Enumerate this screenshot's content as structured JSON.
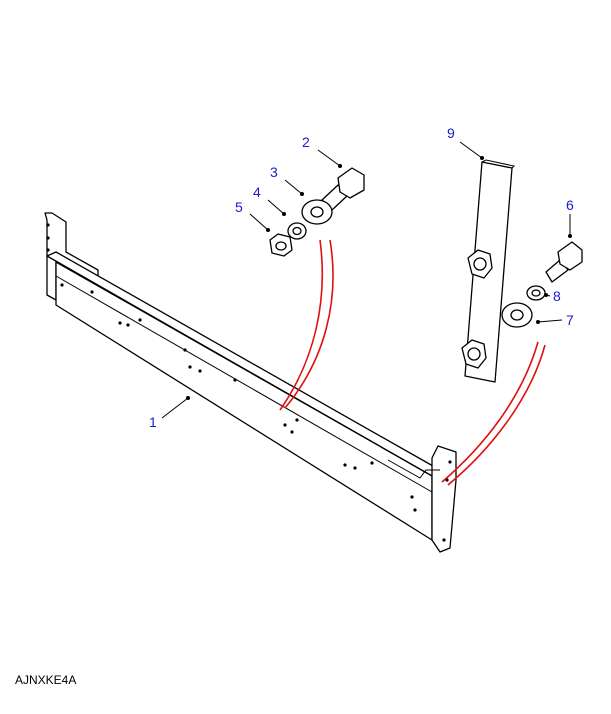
{
  "diagram": {
    "caption": "AJNXKE4A",
    "callouts": [
      "1",
      "2",
      "3",
      "4",
      "5",
      "6",
      "7",
      "8",
      "9"
    ],
    "colors": {
      "callout": "#1a1ad0",
      "guide_line": "#e01010"
    }
  }
}
